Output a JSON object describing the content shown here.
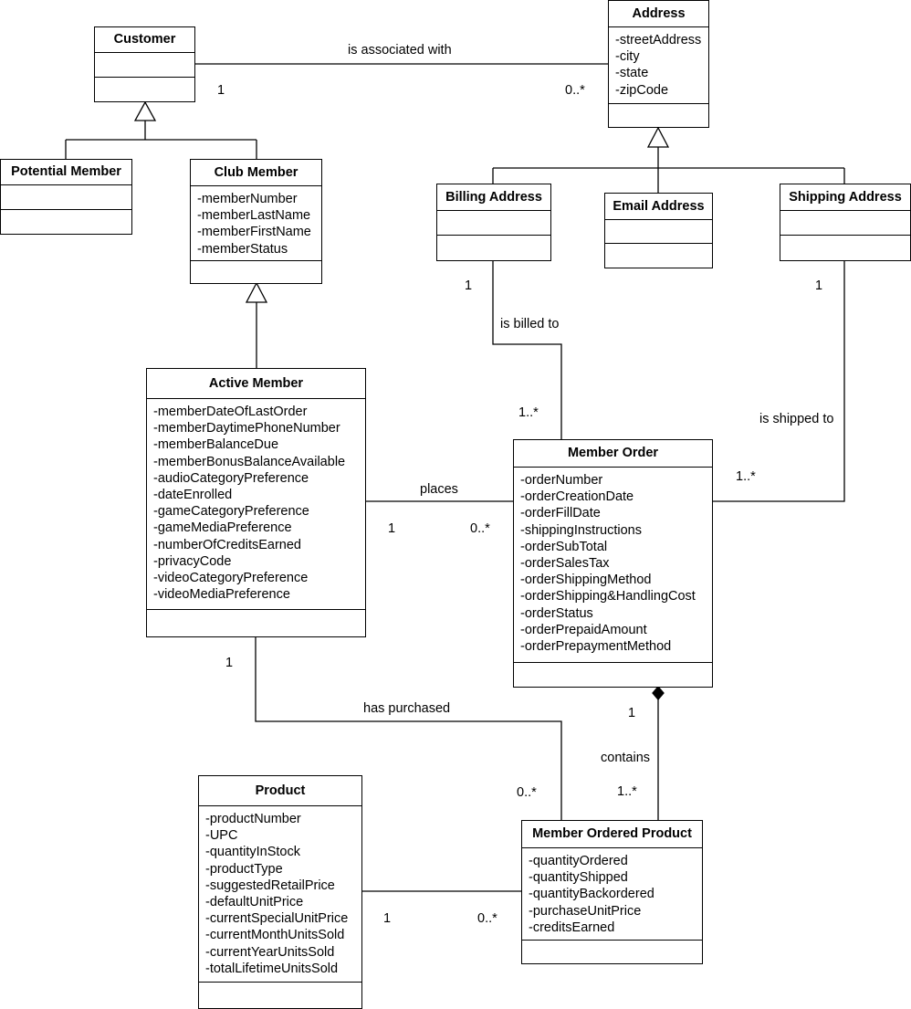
{
  "classes": {
    "customer": {
      "name": "Customer",
      "attributes": []
    },
    "address": {
      "name": "Address",
      "attributes": [
        "-streetAddress",
        "-city",
        "-state",
        "-zipCode"
      ]
    },
    "potential_member": {
      "name": "Potential Member",
      "attributes": []
    },
    "club_member": {
      "name": "Club Member",
      "attributes": [
        "-memberNumber",
        "-memberLastName",
        "-memberFirstName",
        "-memberStatus"
      ]
    },
    "billing_address": {
      "name": "Billing Address",
      "attributes": []
    },
    "email_address": {
      "name": "Email Address",
      "attributes": []
    },
    "shipping_address": {
      "name": "Shipping Address",
      "attributes": []
    },
    "active_member": {
      "name": "Active Member",
      "attributes": [
        "-memberDateOfLastOrder",
        "-memberDaytimePhoneNumber",
        "-memberBalanceDue",
        "-memberBonusBalanceAvailable",
        "-audioCategoryPreference",
        "-dateEnrolled",
        "-gameCategoryPreference",
        "-gameMediaPreference",
        "-numberOfCreditsEarned",
        "-privacyCode",
        "-videoCategoryPreference",
        "-videoMediaPreference"
      ]
    },
    "member_order": {
      "name": "Member Order",
      "attributes": [
        "-orderNumber",
        "-orderCreationDate",
        "-orderFillDate",
        "-shippingInstructions",
        "-orderSubTotal",
        "-orderSalesTax",
        "-orderShippingMethod",
        "-orderShipping&HandlingCost",
        "-orderStatus",
        "-orderPrepaidAmount",
        "-orderPrepaymentMethod"
      ]
    },
    "product": {
      "name": "Product",
      "attributes": [
        "-productNumber",
        "-UPC",
        "-quantityInStock",
        "-productType",
        "-suggestedRetailPrice",
        "-defaultUnitPrice",
        "-currentSpecialUnitPrice",
        "-currentMonthUnitsSold",
        "-currentYearUnitsSold",
        "-totalLifetimeUnitsSold"
      ]
    },
    "member_ordered_product": {
      "name": "Member Ordered Product",
      "attributes": [
        "-quantityOrdered",
        "-quantityShipped",
        "-quantityBackordered",
        "-purchaseUnitPrice",
        "-creditsEarned"
      ]
    }
  },
  "associations": {
    "customer_address": {
      "label": "is associated with",
      "mult_a": "1",
      "mult_b": "0..*"
    },
    "billing": {
      "label": "is billed to",
      "mult_a": "1",
      "mult_b": "1..*"
    },
    "shipping": {
      "label": "is shipped to",
      "mult_a": "1",
      "mult_b": "1..*"
    },
    "places": {
      "label": "places",
      "mult_a": "1",
      "mult_b": "0..*"
    },
    "purchased": {
      "label": "has purchased",
      "mult_a": "1",
      "mult_b": "0..*"
    },
    "contains": {
      "label": "contains",
      "mult_a": "1",
      "mult_b": "1..*"
    },
    "product_mop": {
      "label": "",
      "mult_a": "1",
      "mult_b": "0..*"
    }
  }
}
